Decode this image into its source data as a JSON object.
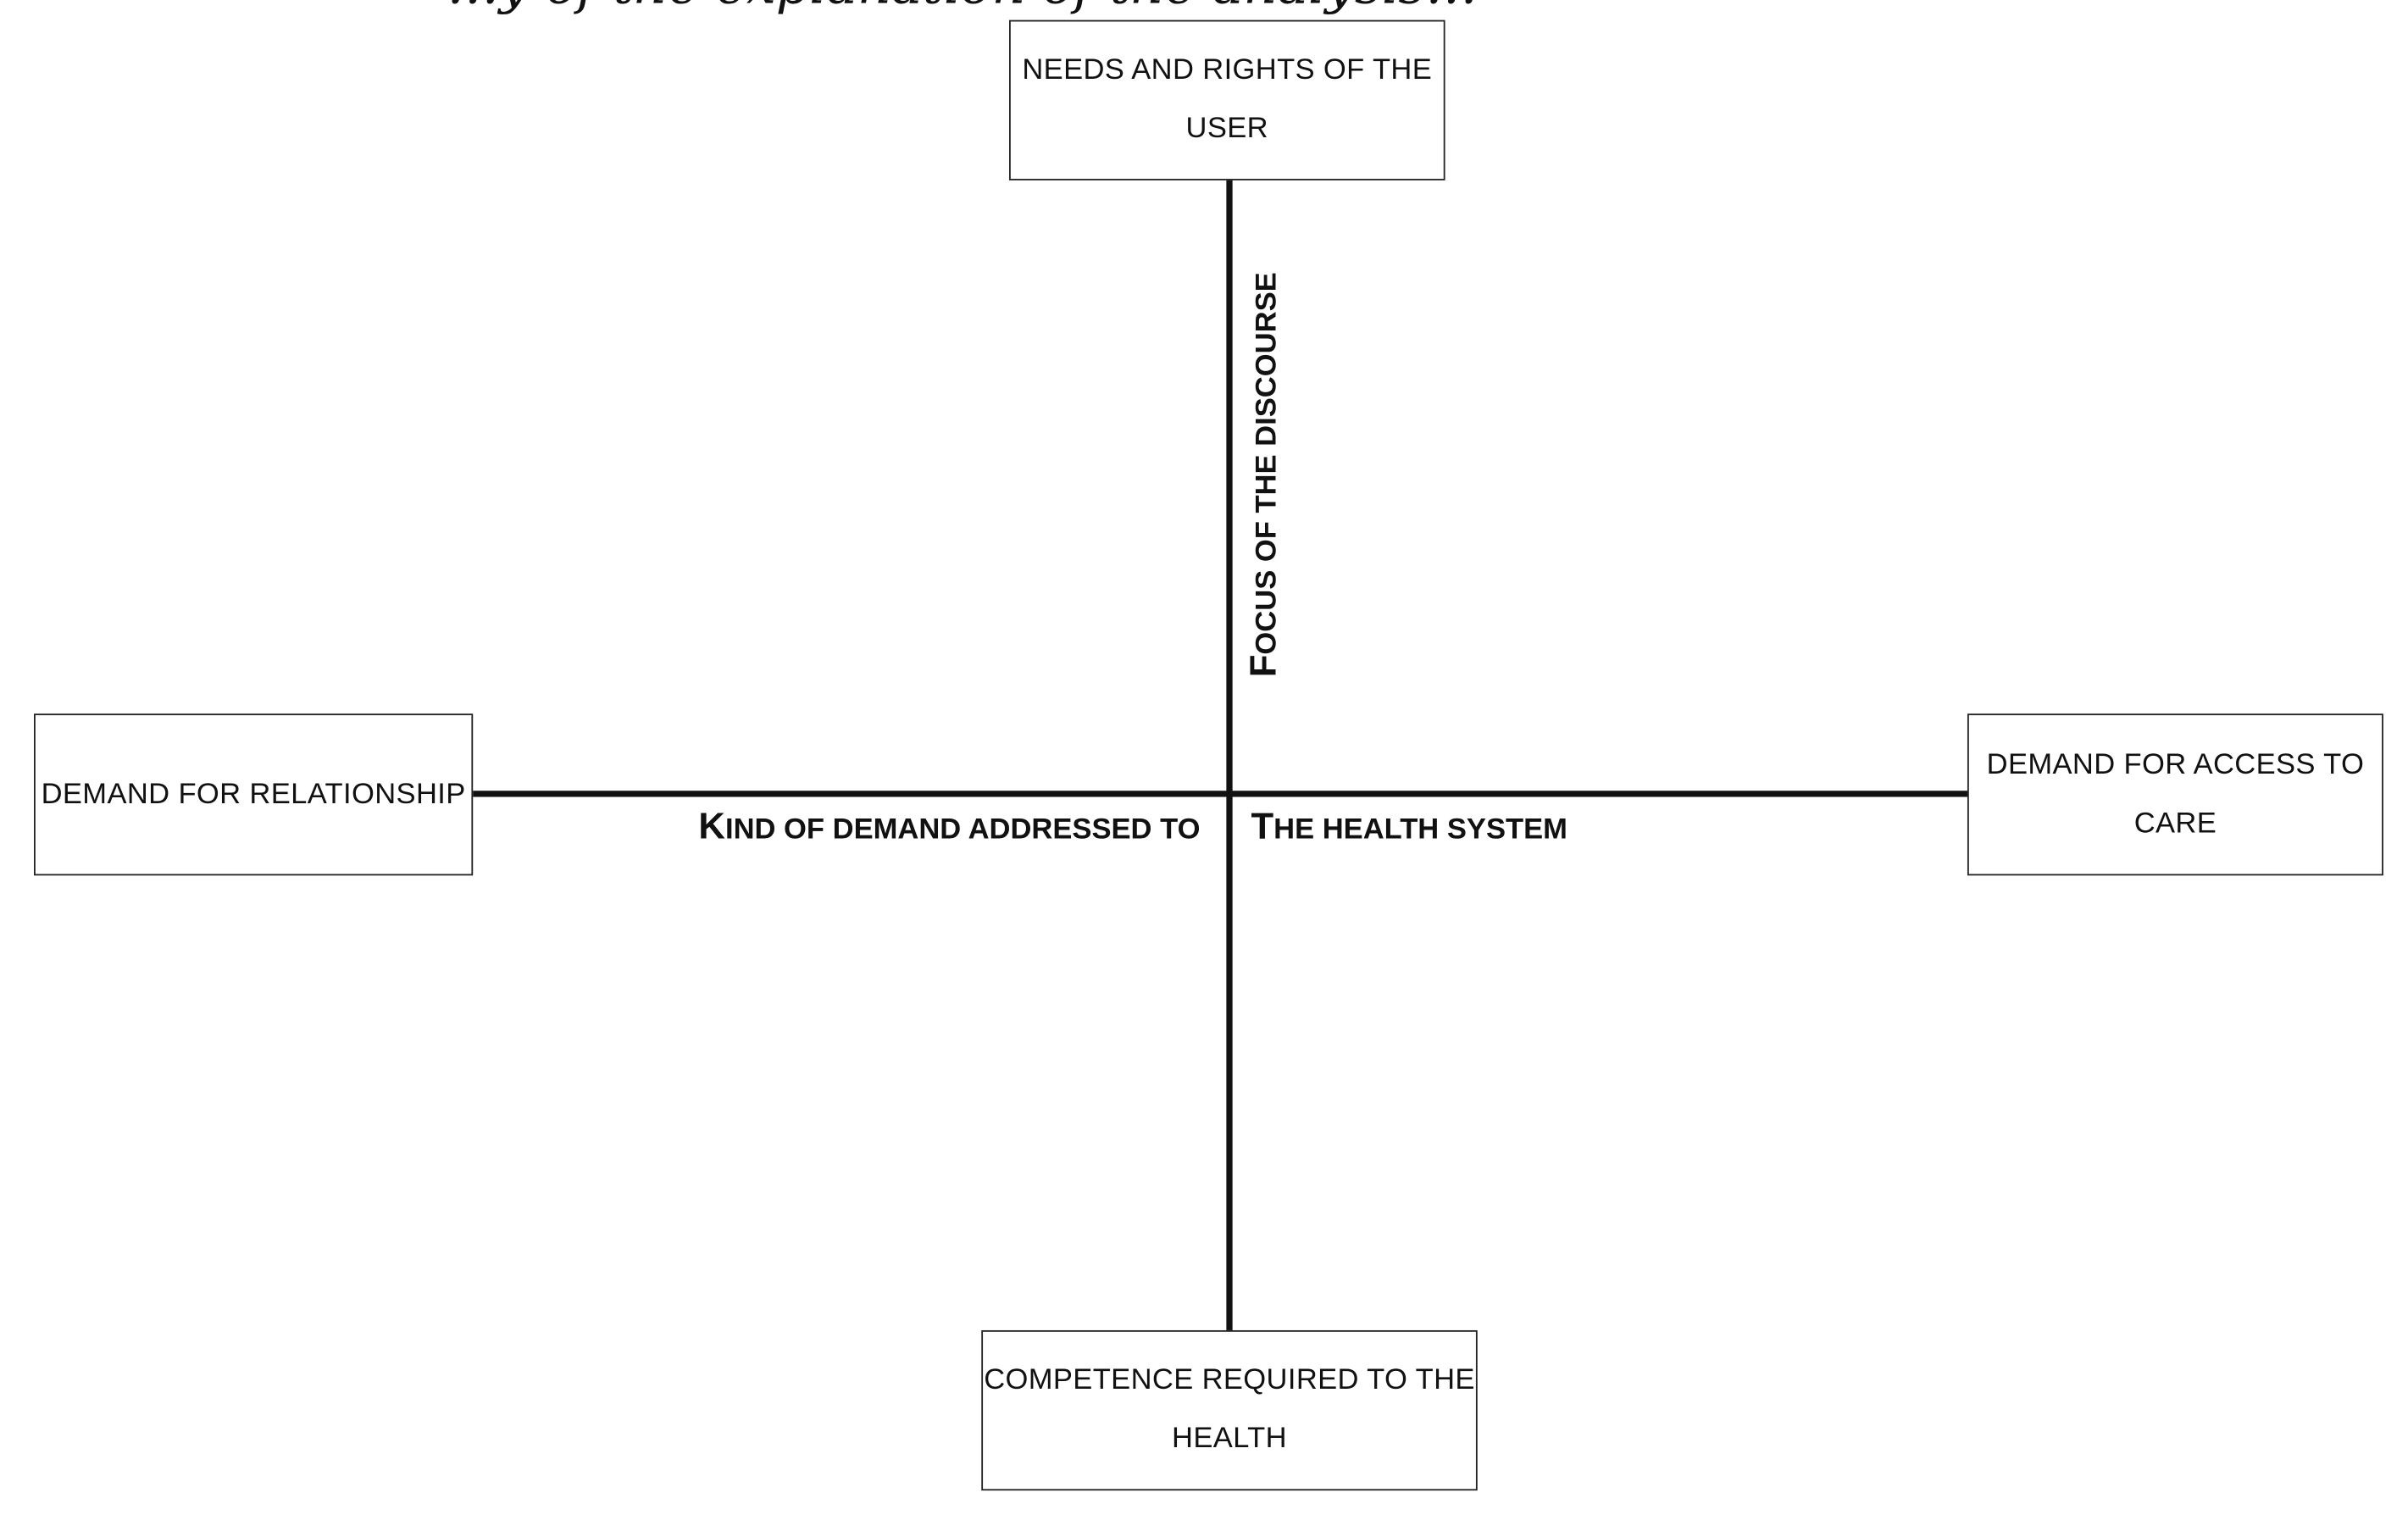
{
  "caption_fragment": "…y of the explanation of the analysis…",
  "diagram": {
    "nodes": {
      "top": "Needs and rights of the user",
      "left": "Demand for relationship",
      "right": "Demand for access to care",
      "bottom": "Competence required to the health"
    },
    "axes": {
      "vertical_label": "Focus of the discourse",
      "horizontal_label_left": "Kind of demand addressed to",
      "horizontal_label_right": "the health system"
    }
  }
}
